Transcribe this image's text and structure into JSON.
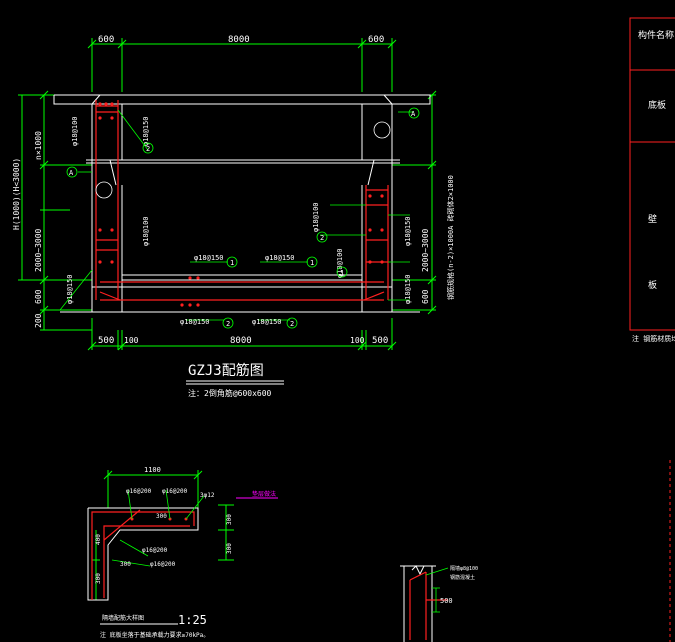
{
  "main_drawing": {
    "title": "GZJ3配筋图",
    "note": "注：2倒角筋@600x600",
    "dims_top": [
      "600",
      "8000",
      "600"
    ],
    "dims_bottom": [
      "500",
      "100",
      "8000",
      "100",
      "500"
    ],
    "dims_left": [
      "H(1000)(H<3000)",
      "n×1000",
      "2000~3000",
      "600",
      "200"
    ],
    "dims_right": [
      "2000~3000",
      "600"
    ],
    "right_vertical_label": "钢筋规格(n-2)×1000A 砖砌体2×1000",
    "rebar_labels": [
      "φ18@100",
      "φ18@150",
      "φ18@100",
      "φ18@150",
      "φ18@150",
      "φ18@150",
      "φ18@150",
      "φ18@150",
      "φ18@100",
      "φ18@100",
      "φ18@150",
      "φ18@150"
    ],
    "circle_marks": [
      "1",
      "2",
      "A",
      "A",
      "2",
      "1",
      "1",
      "2",
      "2"
    ]
  },
  "title_block": {
    "header": "构件名称",
    "row1": "底板",
    "row2": "壁",
    "row3": "板",
    "note": "注 钢筋材质均为"
  },
  "detail_drawing": {
    "dims": [
      "1100",
      "300",
      "400",
      "300",
      "300",
      "300",
      "300"
    ],
    "labels": [
      "φ16@200",
      "φ16@200",
      "3φ12",
      "φ16@200",
      "φ16@200"
    ],
    "magenta_label": "垫层做法",
    "caption": "隔墙配筋大样图",
    "scale": "1:25",
    "note": "注 底板坐落于基础承载力要求≥70kPa。"
  },
  "small_detail": {
    "labels": [
      "隔墙φ8@100",
      "钢筋混凝土"
    ],
    "dim": "500"
  }
}
